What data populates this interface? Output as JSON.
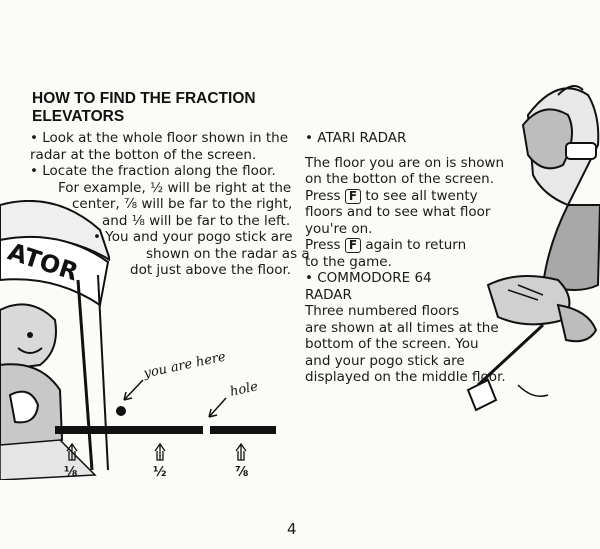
{
  "heading": {
    "line1": "HOW TO FIND THE FRACTION",
    "line2": "ELEVATORS"
  },
  "left_column": {
    "lines": [
      "•  Look at the whole floor shown in the",
      "radar at the botton of the screen.",
      "•  Locate the fraction along the floor.",
      "For example, ½ will be right at the",
      "center, ⅞ will be far to the right,",
      "and ⅛ will be far to the left.",
      "•  You and your pogo stick are",
      "shown on the radar as a",
      "dot just above the floor."
    ]
  },
  "right_column": {
    "atari_title": "• ATARI RADAR",
    "atari_line1": "The floor you are on is shown",
    "atari_line2": "on the botton of the screen.",
    "press1_a": "Press",
    "press1_b": "to see all twenty",
    "atari_line4": "floors and to see what floor",
    "atari_line5": "you're on.",
    "press2_a": "Press",
    "press2_b": "again to return",
    "atari_line7": "to the game.",
    "c64_title1": "• COMMODORE 64",
    "c64_title2": "RADAR",
    "c64_line1": "Three numbered floors",
    "c64_line2": "are shown at all times at the",
    "c64_line3": "bottom of the screen. You",
    "c64_line4": "and your pogo stick are",
    "c64_line5": "displayed on the middle floor.",
    "key_label": "F"
  },
  "diagram": {
    "you_are_here": "you are here",
    "hole": "hole",
    "fractions": [
      "⅛",
      "½",
      "⅞"
    ]
  },
  "sign_text": "ATOR",
  "page_number": "4"
}
